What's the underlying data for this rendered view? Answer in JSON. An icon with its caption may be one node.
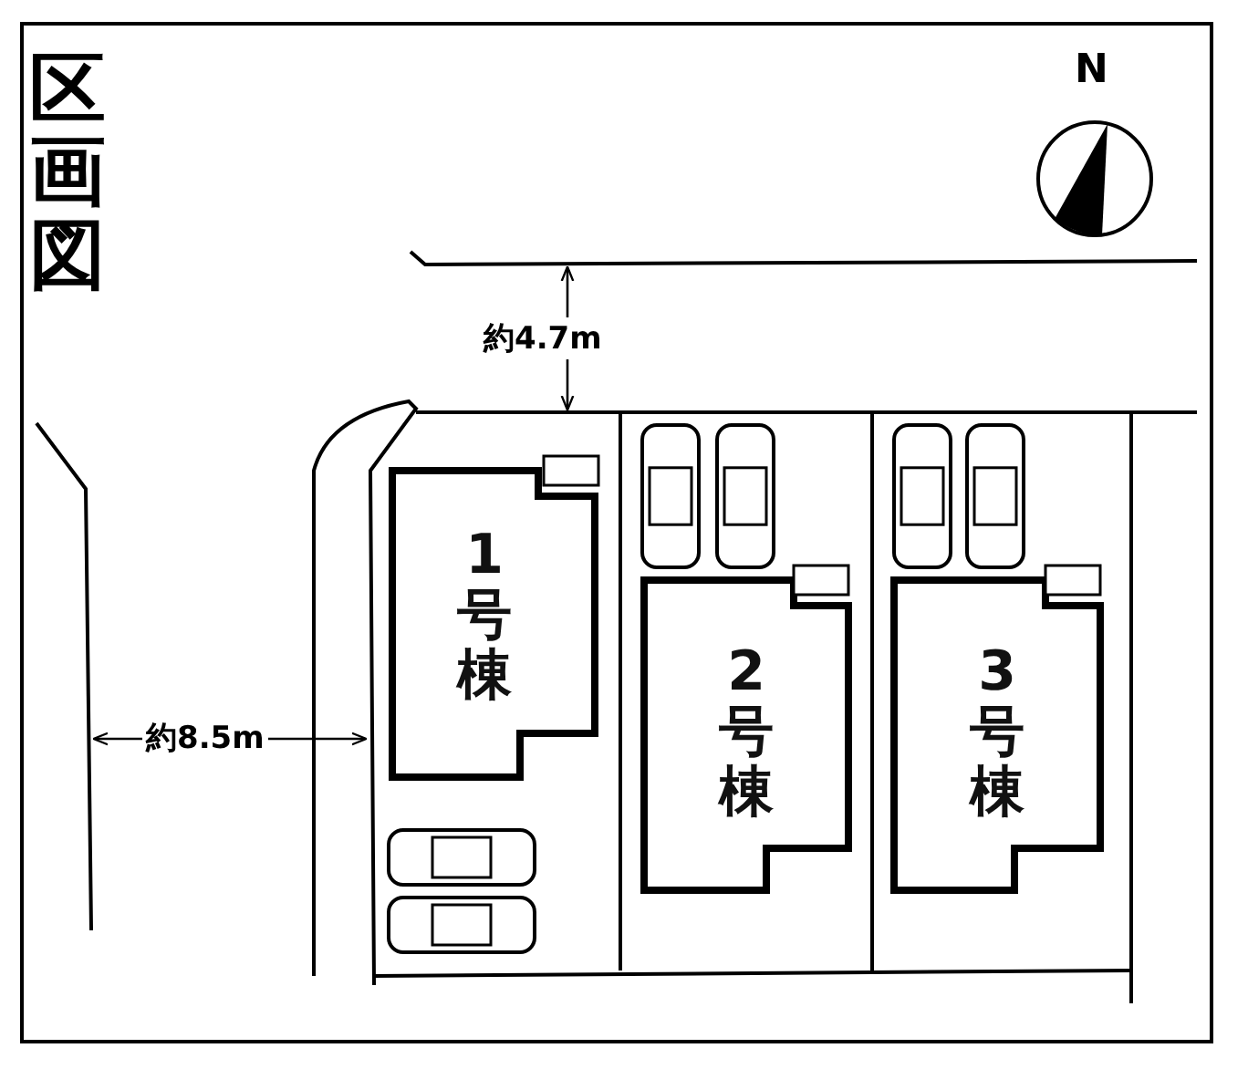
{
  "diagram": {
    "title": "区画図",
    "nodes": [
      {
        "text": [
          "1号棟"
        ]
      },
      {
        "text": [
          "2号棟"
        ]
      },
      {
        "text": [
          "3号棟"
        ]
      }
    ],
    "labels": [
      "N",
      "約4.7m",
      "約8.5m"
    ]
  }
}
